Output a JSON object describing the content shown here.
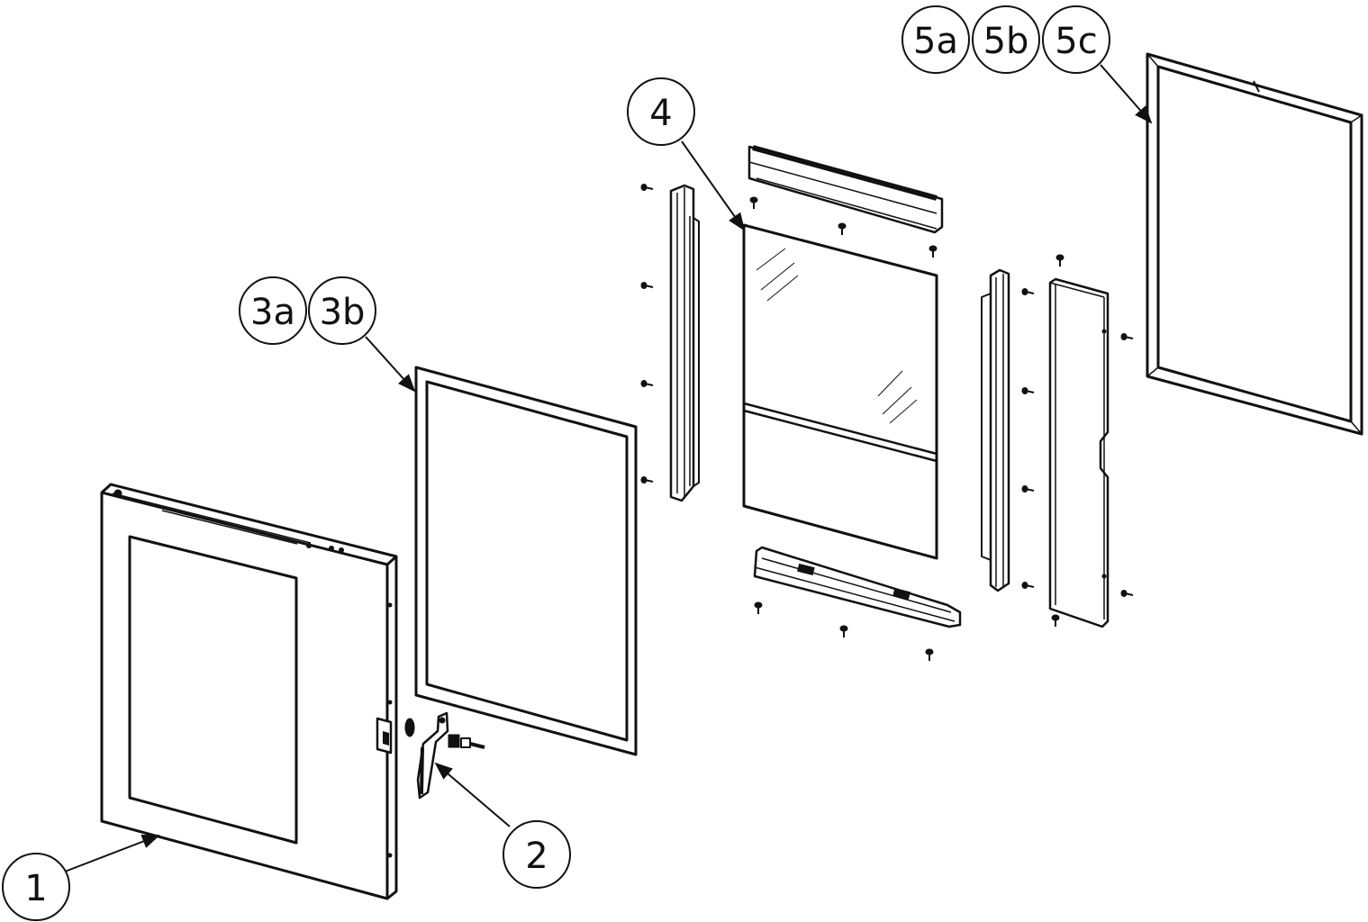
{
  "diagram": {
    "callouts": {
      "c1": "1",
      "c2": "2",
      "c3a": "3a",
      "c3b": "3b",
      "c4": "4",
      "c5a": "5a",
      "c5b": "5b",
      "c5c": "5c"
    },
    "colors": {
      "line": "#111111",
      "background": "#ffffff"
    }
  }
}
